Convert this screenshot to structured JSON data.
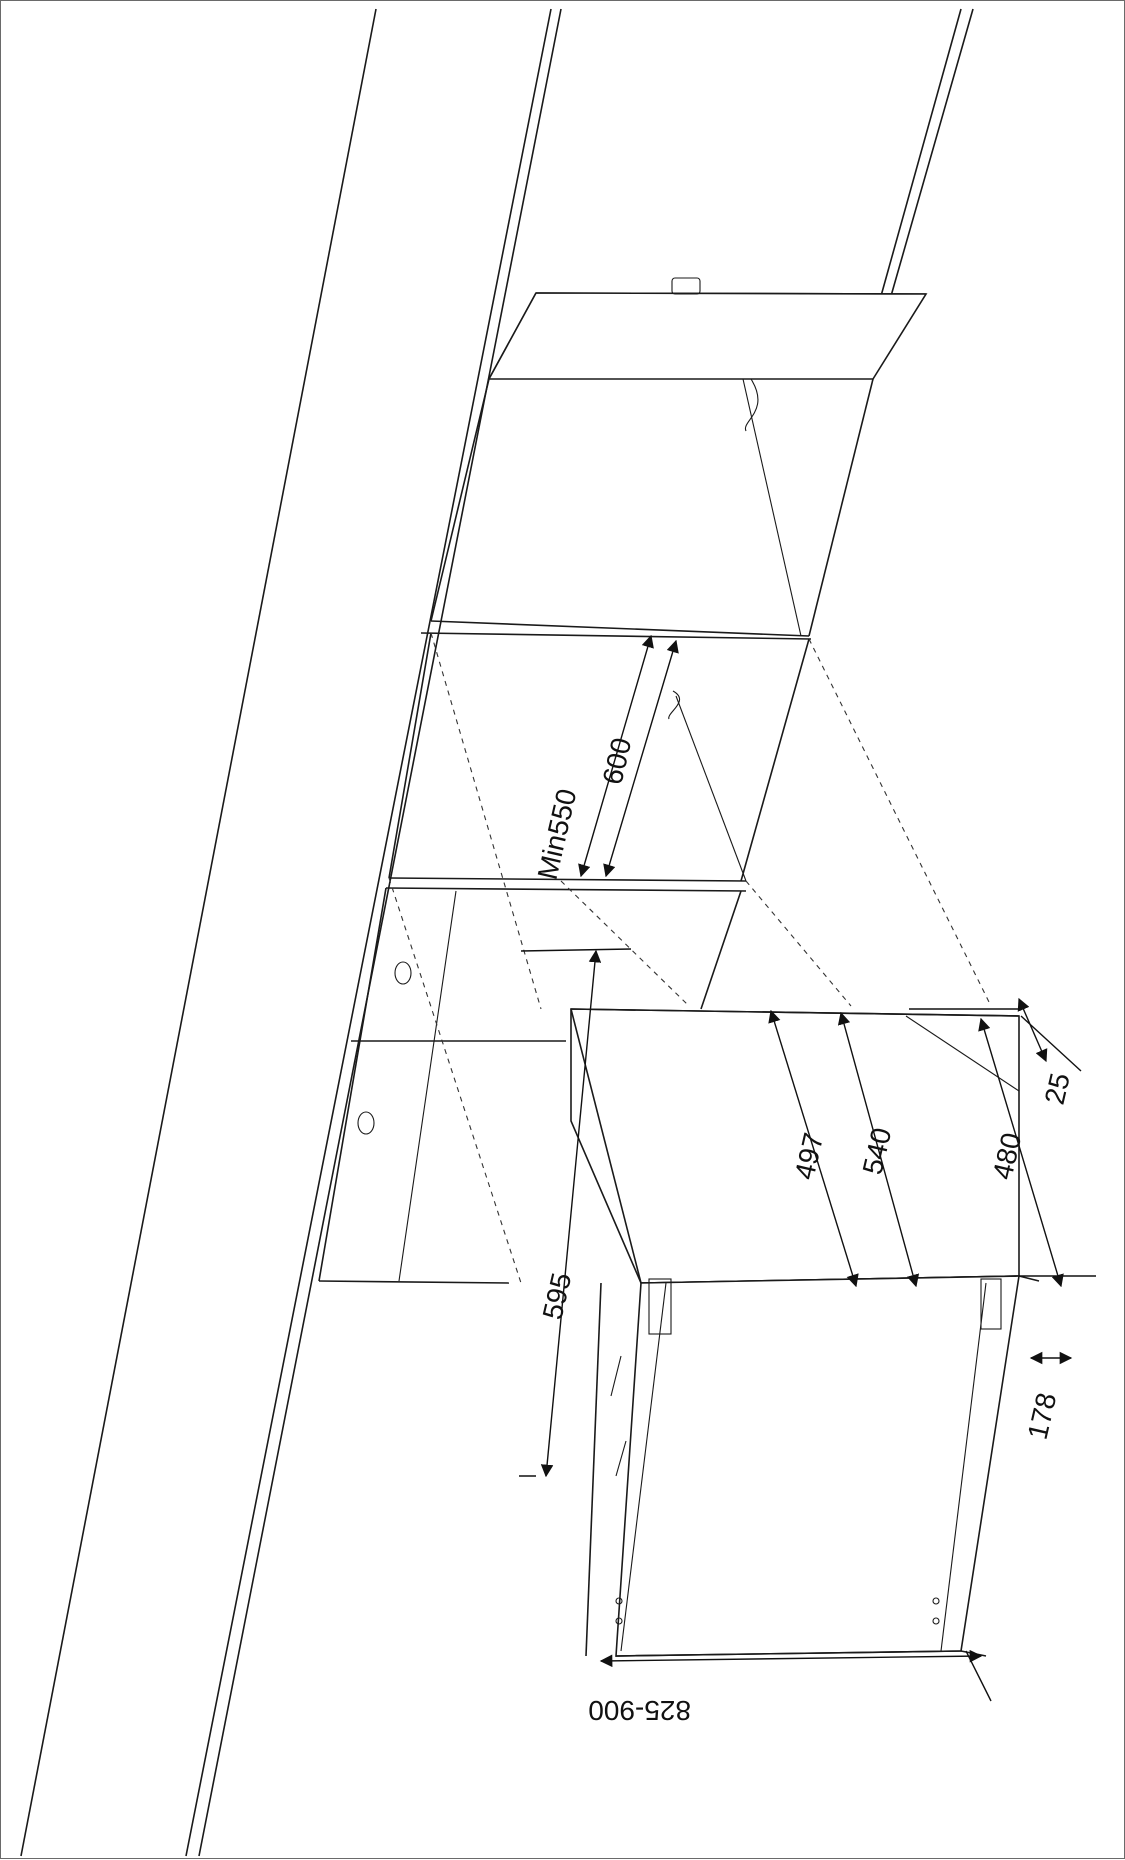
{
  "dimensions": {
    "min_width": "Min550",
    "opening_width": "600",
    "unit_depth_497": "497",
    "unit_depth_540": "540",
    "unit_depth_480": "480",
    "unit_offset_25": "25",
    "unit_width_595": "595",
    "plinth_178": "178",
    "height_range": "825-900"
  },
  "colors": {
    "line": "#1a1a1a",
    "background": "#ffffff"
  }
}
